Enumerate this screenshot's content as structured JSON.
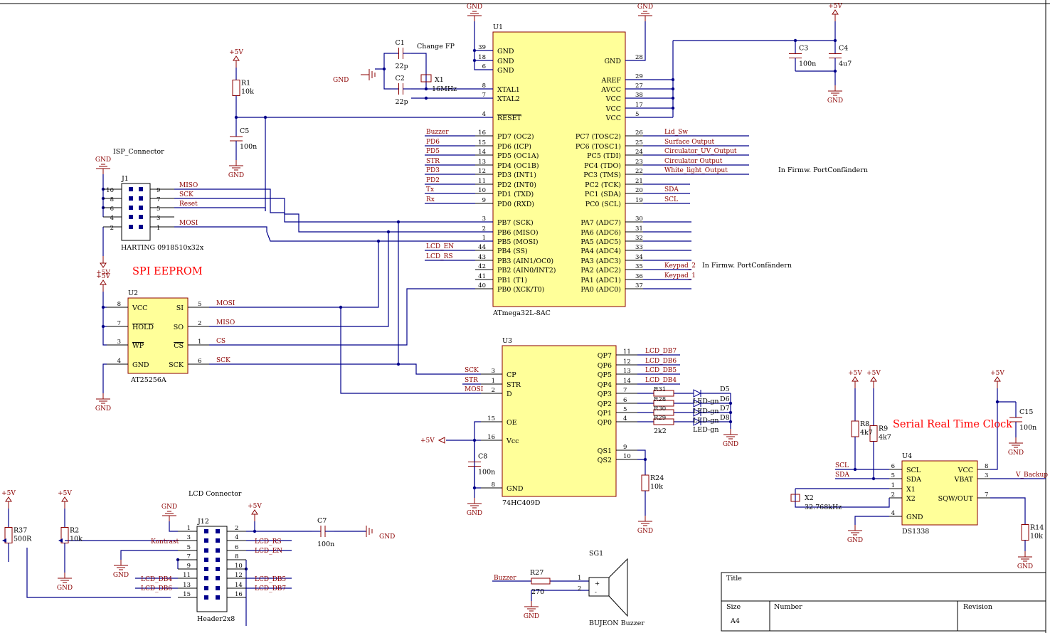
{
  "ics": {
    "u1": {
      "ref": "U1",
      "part": "ATmega32L-8AC",
      "left": [
        [
          "GND",
          "39"
        ],
        [
          "GND",
          "18"
        ],
        [
          "GND",
          "6"
        ],
        [
          "XTAL1",
          "8"
        ],
        [
          "XTAL2",
          "7"
        ],
        [
          "RESET",
          "4"
        ],
        [
          "PD7 (OC2)",
          "16"
        ],
        [
          "PD6 (ICP)",
          "15"
        ],
        [
          "PD5 (OC1A)",
          "14"
        ],
        [
          "PD4 (OC1B)",
          "13"
        ],
        [
          "PD3 (INT1)",
          "12"
        ],
        [
          "PD2 (INT0)",
          "11"
        ],
        [
          "PD1 (TXD)",
          "10"
        ],
        [
          "PD0 (RXD)",
          "9"
        ],
        [
          "PB7 (SCK)",
          "3"
        ],
        [
          "PB6 (MISO)",
          "2"
        ],
        [
          "PB5 (MOSI)",
          "1"
        ],
        [
          "PB4 (SS)",
          "44"
        ],
        [
          "PB3 (AIN1/OC0)",
          "43"
        ],
        [
          "PB2 (AIN0/INT2)",
          "42"
        ],
        [
          "PB1 (T1)",
          "41"
        ],
        [
          "PB0 (XCK/T0)",
          "40"
        ]
      ],
      "right": [
        [
          "GND",
          "28"
        ],
        [
          "AREF",
          "29"
        ],
        [
          "AVCC",
          "27"
        ],
        [
          "VCC",
          "38"
        ],
        [
          "VCC",
          "17"
        ],
        [
          "VCC",
          "5"
        ],
        [
          "PC7 (TOSC2)",
          "26"
        ],
        [
          "PC6 (TOSC1)",
          "25"
        ],
        [
          "PC5 (TDI)",
          "24"
        ],
        [
          "PC4 (TDO)",
          "23"
        ],
        [
          "PC3 (TMS)",
          "22"
        ],
        [
          "PC2 (TCK)",
          "21"
        ],
        [
          "PC1 (SDA)",
          "20"
        ],
        [
          "PC0 (SCL)",
          "19"
        ],
        [
          "PA7 (ADC7)",
          "30"
        ],
        [
          "PA6 (ADC6)",
          "31"
        ],
        [
          "PA5 (ADC5)",
          "32"
        ],
        [
          "PA4 (ADC4)",
          "33"
        ],
        [
          "PA3 (ADC3)",
          "34"
        ],
        [
          "PA2 (ADC2)",
          "35"
        ],
        [
          "PA1 (ADC1)",
          "36"
        ],
        [
          "PA0 (ADC0)",
          "37"
        ]
      ]
    },
    "u2": {
      "ref": "U2",
      "part": "AT25256A",
      "left": [
        [
          "VCC",
          "8"
        ],
        [
          "HOLD",
          "7"
        ],
        [
          "WP",
          "3"
        ],
        [
          "GND",
          "4"
        ]
      ],
      "right": [
        [
          "SI",
          "5"
        ],
        [
          "SO",
          "2"
        ],
        [
          "CS",
          "1"
        ],
        [
          "SCK",
          "6"
        ]
      ]
    },
    "u3": {
      "ref": "U3",
      "part": "74HC409D",
      "left": [
        [
          "CP",
          "3"
        ],
        [
          "STR",
          "1"
        ],
        [
          "D",
          "2"
        ],
        [
          "OE",
          "15"
        ],
        [
          "Vcc",
          "16"
        ],
        [
          "GND",
          "8"
        ]
      ],
      "right": [
        [
          "QP7",
          "11"
        ],
        [
          "QP6",
          "12"
        ],
        [
          "QP5",
          "13"
        ],
        [
          "QP4",
          "14"
        ],
        [
          "QP3",
          "7"
        ],
        [
          "QP2",
          "6"
        ],
        [
          "QP1",
          "5"
        ],
        [
          "QP0",
          "4"
        ],
        [
          "QS1",
          "9"
        ],
        [
          "QS2",
          "10"
        ]
      ]
    },
    "u4": {
      "ref": "U4",
      "part": "DS1338",
      "left": [
        [
          "SCL",
          "6"
        ],
        [
          "SDA",
          "5"
        ],
        [
          "X1",
          "1"
        ],
        [
          "X2",
          "2"
        ],
        [
          "GND",
          "4"
        ]
      ],
      "right": [
        [
          "VCC",
          "8"
        ],
        [
          "VBAT",
          "3"
        ],
        [
          "SQW/OUT",
          "7"
        ]
      ]
    }
  },
  "net_labels": {
    "pd": [
      "Buzzer",
      "PD6",
      "PD5",
      "STR",
      "PD3",
      "PD2",
      "Tx",
      "Rx"
    ],
    "pb": [
      "LCD_EN",
      "LCD_RS"
    ],
    "pc": [
      "Lid_Sw",
      "Surface Output",
      "Circulator_UV_Output",
      "Circulator Output",
      "White_light_Output",
      "",
      "SDA",
      "SCL"
    ],
    "pa": [
      "Keypad_2",
      "Keypad_1"
    ],
    "j1": [
      "MISO",
      "SCK",
      "Reset",
      "MOSI"
    ],
    "u2": [
      "MOSI",
      "MISO",
      "CS",
      "SCK"
    ],
    "u3_in": [
      "SCK",
      "STR",
      "MOSI"
    ],
    "u3_out": [
      "LCD_DB7",
      "LCD_DB6",
      "LCD_DB5",
      "LCD_DB4"
    ],
    "u4": [
      "SCL",
      "SDA",
      "V_Backup"
    ],
    "j12": [
      "LCD_RS",
      "LCD_EN",
      "LCD_DB5",
      "LCD_DB7",
      "LCD_DB4",
      "LCD_DB6",
      "Kontrast"
    ],
    "buzzer": "Buzzer"
  },
  "notes": {
    "firmware_1": "In Firmw. PortConfändern",
    "firmware_2": "In Firmw. PortConfändern",
    "change_fp": "Change FP",
    "spi_eeprom": "SPI EEPROM",
    "rtc": "Serial Real Time Clock",
    "isp": "ISP_Connector",
    "lcd": "LCD Connector"
  },
  "components": {
    "r1": [
      "R1",
      "10k"
    ],
    "c5": [
      "C5",
      "100n"
    ],
    "c1": [
      "C1",
      "22p"
    ],
    "c2": [
      "C2",
      "22p"
    ],
    "x1": [
      "X1",
      "16MHz"
    ],
    "c3": [
      "C3",
      "100n"
    ],
    "c4": [
      "C4",
      "4u7"
    ],
    "j1": [
      "J1",
      "HARTING 0918510x32x"
    ],
    "c8": [
      "C8",
      "100n"
    ],
    "r24": [
      "R24",
      "10k"
    ],
    "r31": "R31",
    "r28": "R28",
    "r30": "R30",
    "r29": "R29",
    "rled_val": "2k2",
    "d5": "D5",
    "d6": "D6",
    "d7": "D7",
    "d8": "D8",
    "led": "LED-gn",
    "r8": [
      "R8",
      "4k7"
    ],
    "r9": [
      "R9",
      "4k7"
    ],
    "c15": [
      "C15",
      "100n"
    ],
    "x2": [
      "X2",
      "32.768kHz"
    ],
    "r14": [
      "R14",
      "10k"
    ],
    "r37": [
      "R37",
      "500R"
    ],
    "r2": [
      "R2",
      "10k"
    ],
    "j12": [
      "J12",
      "Header2x8"
    ],
    "c7": [
      "C7",
      "100n"
    ],
    "r27": [
      "R27",
      "270"
    ],
    "sg1": [
      "SG1",
      "BUJEON Buzzer"
    ]
  },
  "power": {
    "gnd": "GND",
    "vcc": "+5V"
  },
  "title_block": {
    "title": "Title",
    "size": "Size",
    "size_val": "A4",
    "number": "Number",
    "revision": "Revision"
  }
}
